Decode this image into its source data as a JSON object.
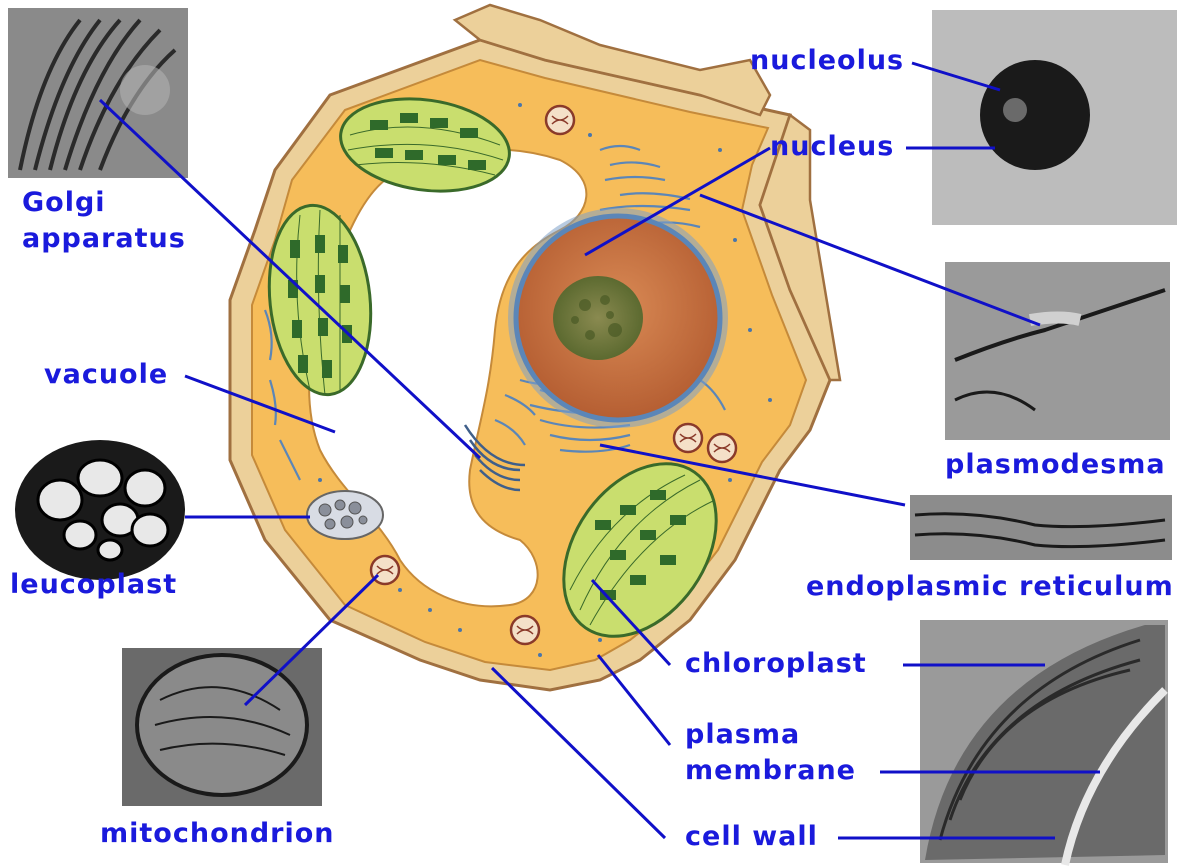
{
  "labels": {
    "golgi_1": "Golgi",
    "golgi_2": "apparatus",
    "vacuole": "vacuole",
    "leucoplast": "leucoplast",
    "mitochondrion": "mitochondrion",
    "nucleolus": "nucleolus",
    "nucleus": "nucleus",
    "plasmodesma": "plasmodesma",
    "endoplasmic_reticulum": "endoplasmic reticulum",
    "chloroplast": "chloroplast",
    "plasma_membrane_1": "plasma",
    "plasma_membrane_2": "membrane",
    "cell_wall": "cell wall"
  },
  "colors": {
    "label_text": "#1a1adc",
    "leader_line": "#1010c8",
    "cell_wall": "#e8c588",
    "cytoplasm": "#f7c061",
    "nucleus": "#c96e3e",
    "nucleolus": "#6c7a3a",
    "chloroplast": "#c9de6e",
    "thylakoid": "#2f6a2a",
    "er": "#5b86b8",
    "mitochondrion": "#8a3a2a"
  },
  "icons": {
    "micrograph": "grayscale-micrograph"
  }
}
